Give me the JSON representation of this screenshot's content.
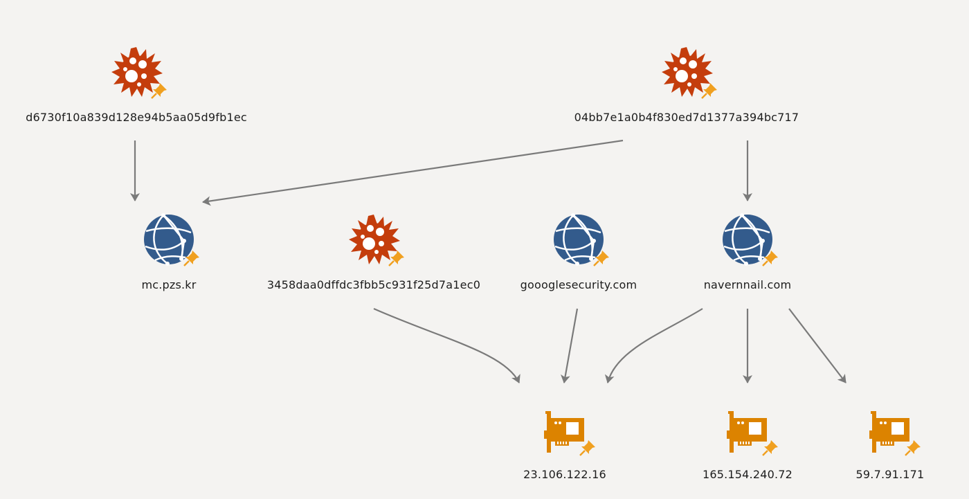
{
  "colors": {
    "malware": "#c43d0c",
    "domain": "#335b8c",
    "ip": "#dc8300",
    "pin": "#f0a020",
    "edge": "#7a7a7a",
    "background": "#f4f3f1"
  },
  "nodes": {
    "hash1": {
      "type": "malware",
      "icon": "virus-icon",
      "label": "d6730f10a839d128e94b5aa05d9fb1ec"
    },
    "hash2": {
      "type": "malware",
      "icon": "virus-icon",
      "label": "04bb7e1a0b4f830ed7d1377a394bc717"
    },
    "hash3": {
      "type": "malware",
      "icon": "virus-icon",
      "label": "3458daa0dffdc3fbb5c931f25d7a1ec0"
    },
    "domain1": {
      "type": "domain",
      "icon": "globe-icon",
      "label": "mc.pzs.kr"
    },
    "domain2": {
      "type": "domain",
      "icon": "globe-icon",
      "label": "goooglesecurity.com"
    },
    "domain3": {
      "type": "domain",
      "icon": "globe-icon",
      "label": "navernnail.com"
    },
    "ip1": {
      "type": "ip",
      "icon": "network-card-icon",
      "label": "23.106.122.16"
    },
    "ip2": {
      "type": "ip",
      "icon": "network-card-icon",
      "label": "165.154.240.72"
    },
    "ip3": {
      "type": "ip",
      "icon": "network-card-icon",
      "label": "59.7.91.171"
    }
  },
  "edges": [
    {
      "from": "hash1",
      "to": "domain1"
    },
    {
      "from": "hash2",
      "to": "domain1"
    },
    {
      "from": "hash2",
      "to": "domain3"
    },
    {
      "from": "hash3",
      "to": "ip1"
    },
    {
      "from": "domain2",
      "to": "ip1"
    },
    {
      "from": "domain3",
      "to": "ip1"
    },
    {
      "from": "domain3",
      "to": "ip2"
    },
    {
      "from": "domain3",
      "to": "ip3"
    }
  ]
}
